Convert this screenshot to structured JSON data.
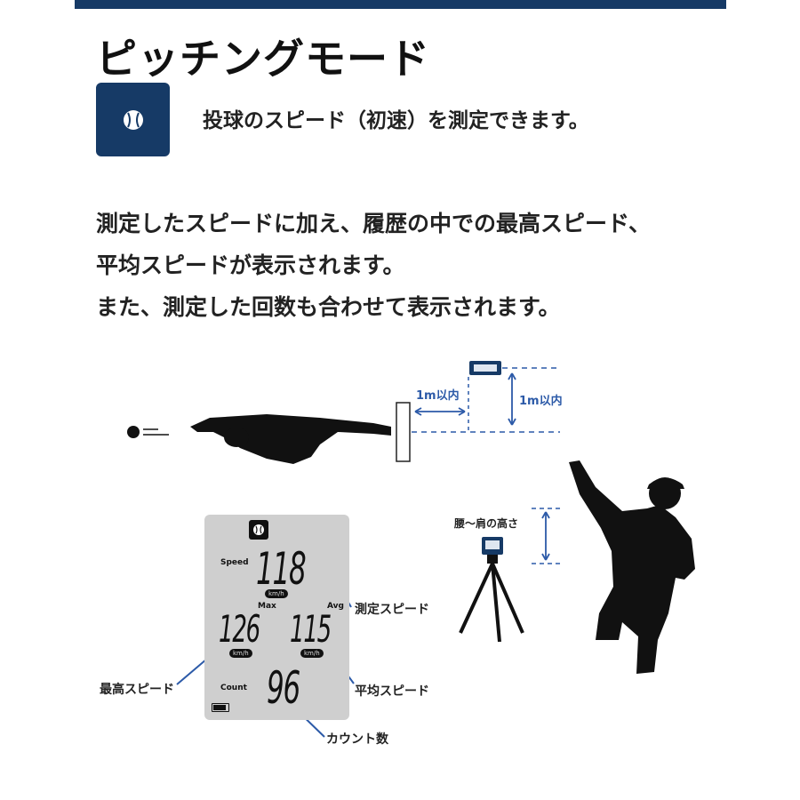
{
  "title": "ピッチングモード",
  "subtitle": "投球のスピード（初速）を測定できます。",
  "description": [
    "測定したスピードに加え、履歴の中での最高スピード、",
    "平均スピードが表示されます。",
    "また、測定した回数も合わせて表示されます。"
  ],
  "icons": {
    "mode": "baseball-icon"
  },
  "diagram": {
    "distance_horizontal": "1m以内",
    "distance_vertical": "1m以内",
    "height_label": "腰～肩の高さ"
  },
  "display": {
    "speed_label": "Speed",
    "speed_value": "118",
    "unit": "km/h",
    "max_label": "Max",
    "max_value": "126",
    "avg_label": "Avg",
    "avg_value": "115",
    "count_label": "Count",
    "count_value": "96"
  },
  "callouts": {
    "measured_speed": "測定スピード",
    "max_speed": "最高スピード",
    "avg_speed": "平均スピード",
    "count": "カウント数"
  },
  "colors": {
    "navy": "#163a66",
    "accent_blue": "#2c5aa8"
  }
}
